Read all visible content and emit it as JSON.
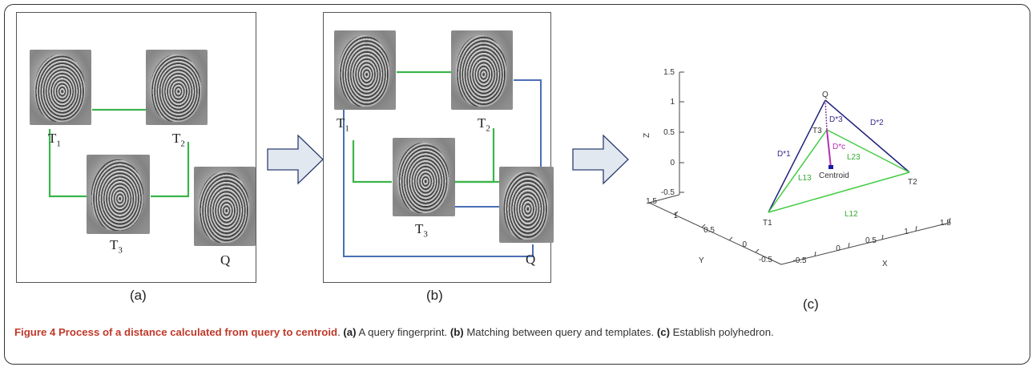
{
  "panels": {
    "a": {
      "label": "(a)",
      "t1": {
        "base": "T",
        "sub": "1"
      },
      "t2": {
        "base": "T",
        "sub": "2"
      },
      "t3": {
        "base": "T",
        "sub": "3"
      },
      "q": "Q"
    },
    "b": {
      "label": "(b)",
      "t1": {
        "base": "T",
        "sub": "1"
      },
      "t2": {
        "base": "T",
        "sub": "2"
      },
      "t3": {
        "base": "T",
        "sub": "3"
      },
      "q": "Q"
    },
    "c": {
      "label": "(c)",
      "z_ticks": [
        "1.5",
        "1",
        "0.5",
        "0",
        "-0.5"
      ],
      "y_ticks": [
        "1.5",
        "1",
        "0.5",
        "0",
        "-0.5"
      ],
      "x_ticks": [
        "-0.5",
        "0",
        "0.5",
        "1",
        "1.5"
      ],
      "axis_labels": {
        "z": "Z",
        "y": "Y",
        "x": "X"
      },
      "points": {
        "q": "Q",
        "t1": "T1",
        "t2": "T2",
        "t3": "T3",
        "centroid": "Centroid"
      },
      "edges": {
        "d1": "D*1",
        "d2": "D*2",
        "d3": "D*3",
        "dc": "D*c",
        "l12": "L12",
        "l13": "L13",
        "l23": "L23"
      }
    }
  },
  "colors": {
    "green_line": "#3cb44b",
    "blue_line": "#4a6fb5",
    "navy_edge": "#1f1f7a",
    "green_edge": "#44cc44",
    "purple": "#b32fb3",
    "centroid_marker": "#1a1aaa",
    "arrow_fill": "#e2e8f0",
    "arrow_stroke": "#2c3e70",
    "title_red": "#c0392b"
  },
  "caption": {
    "figure_title": "Figure 4 Process of a distance calculated from query to centroid",
    "sep": ". ",
    "a_label": "(a)",
    "a_text": " A query fingerprint. ",
    "b_label": "(b)",
    "b_text": " Matching between query and templates. ",
    "c_label": "(c)",
    "c_text": " Establish polyhedron."
  }
}
